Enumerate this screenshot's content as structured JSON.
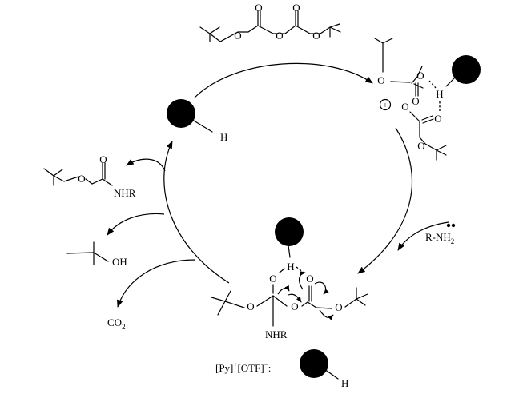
{
  "labels": {
    "o": "O",
    "h": "H",
    "nhr": "NHR",
    "oh": "OH",
    "co": "CO",
    "two": "2",
    "r_nh": "R-NH",
    "plus": "+",
    "catalyst_prefix": "[Py]",
    "catalyst_plus": "+",
    "catalyst_anion": "[OTF]",
    "catalyst_minus": "−",
    "colon": ":"
  },
  "colors": {
    "ink": "#000000",
    "background": "#ffffff"
  }
}
